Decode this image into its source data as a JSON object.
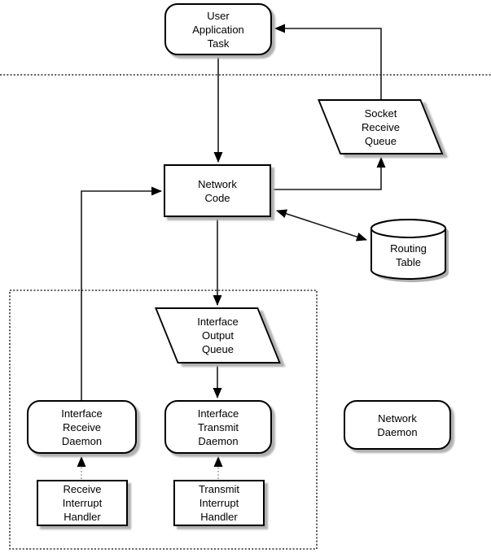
{
  "nodes": {
    "user_application_task": {
      "label": "User\nApplication\nTask",
      "shape": "rounded-rect"
    },
    "socket_receive_queue": {
      "label": "Socket\nReceive\nQueue",
      "shape": "parallelogram"
    },
    "network_code": {
      "label": "Network\nCode",
      "shape": "rect"
    },
    "routing_table": {
      "label": "Routing\nTable",
      "shape": "cylinder"
    },
    "interface_output_queue": {
      "label": "Interface\nOutput\nQueue",
      "shape": "parallelogram"
    },
    "interface_receive_daemon": {
      "label": "Interface\nReceive\nDaemon",
      "shape": "rounded-rect"
    },
    "interface_transmit_daemon": {
      "label": "Interface\nTransmit\nDaemon",
      "shape": "rounded-rect"
    },
    "network_daemon": {
      "label": "Network\nDaemon",
      "shape": "rounded-rect"
    },
    "receive_interrupt_handler": {
      "label": "Receive\nInterrupt\nHandler",
      "shape": "rect"
    },
    "transmit_interrupt_handler": {
      "label": "Transmit\nInterrupt\nHandler",
      "shape": "rect"
    }
  },
  "edges": [
    {
      "from": "user_application_task",
      "to": "network_code",
      "style": "solid-arrow"
    },
    {
      "from": "interface_receive_daemon",
      "to": "network_code",
      "style": "solid-arrow"
    },
    {
      "from": "network_code",
      "to": "socket_receive_queue",
      "style": "solid-arrow"
    },
    {
      "from": "socket_receive_queue",
      "to": "user_application_task",
      "style": "solid-arrow"
    },
    {
      "from": "network_code",
      "to": "routing_table",
      "style": "double-headed-arrow"
    },
    {
      "from": "network_code",
      "to": "interface_output_queue",
      "style": "solid-arrow"
    },
    {
      "from": "interface_output_queue",
      "to": "interface_transmit_daemon",
      "style": "solid-arrow"
    },
    {
      "from": "receive_interrupt_handler",
      "to": "interface_receive_daemon",
      "style": "dotted-arrow"
    },
    {
      "from": "transmit_interrupt_handler",
      "to": "interface_transmit_daemon",
      "style": "dotted-arrow"
    }
  ],
  "boundaries": [
    {
      "name": "horizontal-dotted-divider",
      "style": "dotted-line"
    },
    {
      "name": "dotted-enclosure-box",
      "style": "dotted-rect"
    }
  ],
  "colors": {
    "background": "#ffffff",
    "node_fill": "#ffffff",
    "border": "#000000",
    "shadow": "#b0b0b0",
    "connector": "#1a1a1a",
    "dotted_connector": "#777777"
  }
}
